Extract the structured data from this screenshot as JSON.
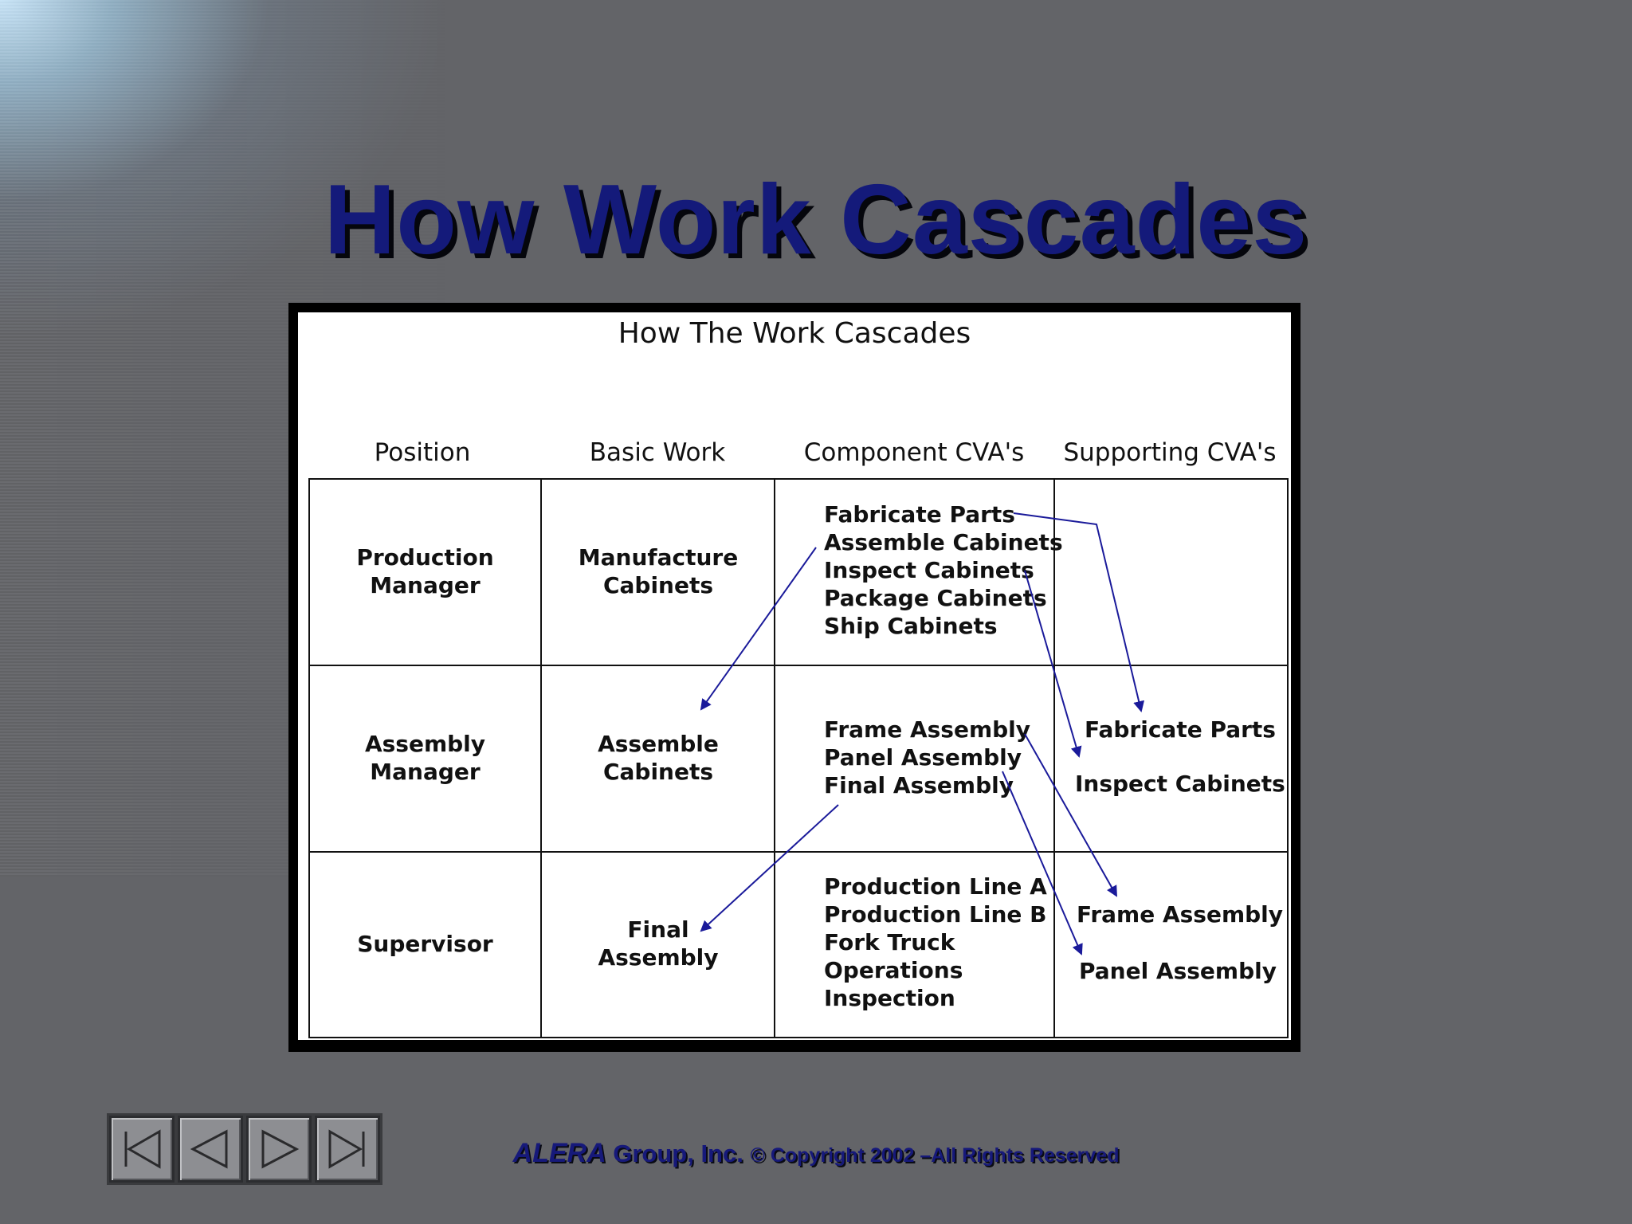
{
  "slide": {
    "title": "How Work Cascades"
  },
  "diagram": {
    "title": "How The Work Cascades",
    "columns": [
      "Position",
      "Basic Work",
      "Component CVA's",
      "Supporting CVA's"
    ],
    "rows": [
      {
        "position": [
          "Production",
          "Manager"
        ],
        "basic_work": [
          "Manufacture",
          "Cabinets"
        ],
        "component_cvas": [
          "Fabricate Parts",
          "Assemble Cabinets",
          "Inspect Cabinets",
          "Package Cabinets",
          "Ship Cabinets"
        ],
        "supporting_cvas": []
      },
      {
        "position": [
          "Assembly",
          "Manager"
        ],
        "basic_work": [
          "Assemble",
          "Cabinets"
        ],
        "component_cvas": [
          "Frame Assembly",
          "Panel Assembly",
          "Final Assembly"
        ],
        "supporting_cvas": [
          "Fabricate Parts",
          "Inspect Cabinets"
        ]
      },
      {
        "position": [
          "Supervisor"
        ],
        "basic_work": [
          "Final",
          "Assembly"
        ],
        "component_cvas": [
          "Production Line A",
          "Production Line B",
          "Fork Truck",
          "Operations",
          "Inspection"
        ],
        "supporting_cvas": [
          "Frame Assembly",
          "Panel Assembly"
        ]
      }
    ],
    "arrows": [
      {
        "from": "Assemble Cabinets",
        "to": "Assemble Cabinets (Basic Work, Assembly Manager)"
      },
      {
        "from": "Fabricate Parts",
        "to": "Fabricate Parts (Supporting CVA's, Assembly Manager)"
      },
      {
        "from": "Inspect Cabinets",
        "to": "Inspect Cabinets (Supporting CVA's, Assembly Manager)"
      },
      {
        "from": "Final Assembly",
        "to": "Final Assembly (Basic Work, Supervisor)"
      },
      {
        "from": "Frame Assembly",
        "to": "Frame Assembly (Supporting CVA's, Supervisor)"
      },
      {
        "from": "Panel Assembly",
        "to": "Panel Assembly (Supporting CVA's, Supervisor)"
      }
    ],
    "arrow_color": "#1a1a9a"
  },
  "navigation": {
    "buttons": [
      {
        "icon": "first-slide-icon"
      },
      {
        "icon": "previous-slide-icon"
      },
      {
        "icon": "next-slide-icon"
      },
      {
        "icon": "last-slide-icon"
      }
    ]
  },
  "footer": {
    "brand": "ALERA",
    "company": " Group, Inc. ",
    "copyright": "© Copyright 2002 –All Rights Reserved"
  },
  "colors": {
    "title": "#141a7a",
    "background": "#636468",
    "footer": "#16197a"
  }
}
